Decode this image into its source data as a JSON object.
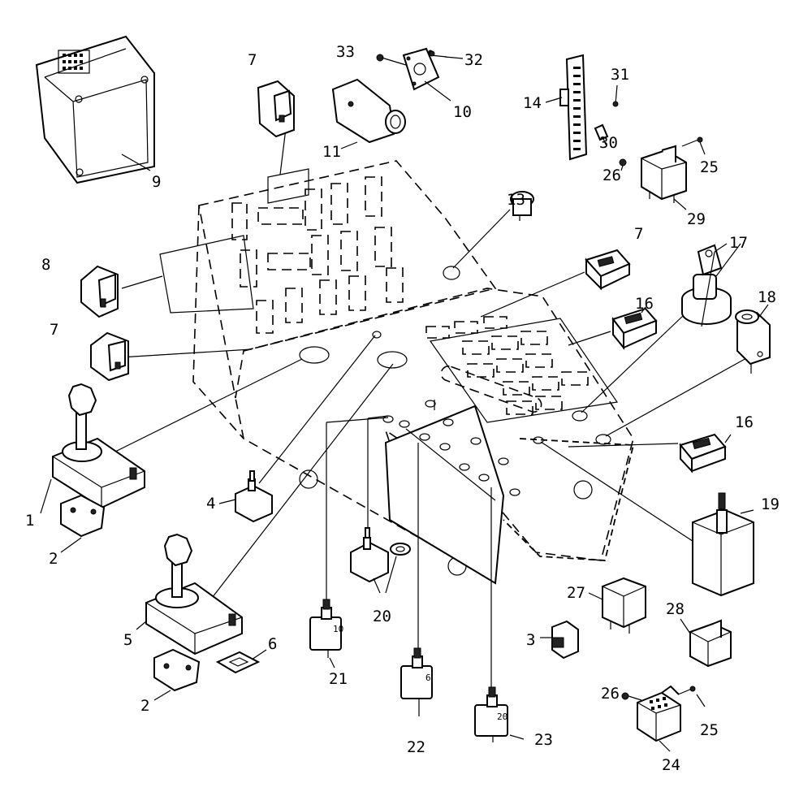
{
  "callouts": {
    "c1": "1",
    "c2a": "2",
    "c2b": "2",
    "c3": "3",
    "c4": "4",
    "c5": "5",
    "c6": "6",
    "c7a": "7",
    "c7b": "7",
    "c7c": "7",
    "c8": "8",
    "c9": "9",
    "c10": "10",
    "c11": "11",
    "c13": "13",
    "c14": "14",
    "c16a": "16",
    "c16b": "16",
    "c17": "17",
    "c18": "18",
    "c19": "19",
    "c20": "20",
    "c21": "21",
    "c22": "22",
    "c23": "23",
    "c24": "24",
    "c25a": "25",
    "c25b": "25",
    "c26a": "26",
    "c26b": "26",
    "c27": "27",
    "c28": "28",
    "c29": "29",
    "c30": "30",
    "c31": "31",
    "c32": "32",
    "c33": "33"
  },
  "breaker_labels": {
    "b21": "10",
    "b22": "6",
    "b23": "20"
  }
}
